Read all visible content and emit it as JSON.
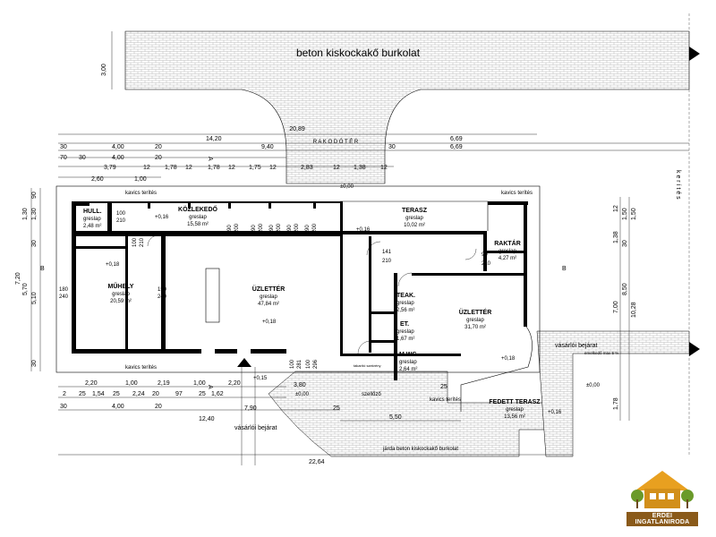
{
  "header_surface": "beton kiskockakő burkolat",
  "rakodoter": "R A K O D Ó T É R",
  "top_side": "3,00",
  "dims": {
    "overall_top": "20,89",
    "r1": [
      "14,20",
      "6,69"
    ],
    "r2": [
      "30",
      "4,00",
      "20",
      "9,40",
      "30",
      "6,69"
    ],
    "r3": [
      "70",
      "30",
      "4,00",
      "20"
    ],
    "r4": [
      "3,79",
      "12",
      "1,78",
      "12",
      "1,78",
      "12",
      "1,75",
      "12",
      "2,83",
      "12",
      "1,38",
      "12"
    ],
    "r5": [
      "2,60",
      "1,00"
    ],
    "bottom_r1": [
      "2,20",
      "1,00",
      "2,19",
      "1,00",
      "2,20"
    ],
    "bottom_r2": [
      "2",
      "25",
      "1,54",
      "25",
      "2,24",
      "20",
      "97",
      "25",
      "1,62"
    ],
    "bottom_r3": [
      "30",
      "4,00",
      "20",
      "12,40"
    ],
    "bottom_mid": [
      "3,80",
      "5,50",
      "7,90",
      "22,64"
    ],
    "bottom_extra": [
      "25",
      "25"
    ],
    "left": [
      "90",
      "1,30",
      "1,30",
      "30",
      "7,20",
      "5,70",
      "5,10",
      "30"
    ],
    "right": [
      "12",
      "1,50",
      "1,50",
      "1,38",
      "30",
      "7,00",
      "8,50",
      "10,28",
      "1,78"
    ]
  },
  "kavics": "kavics terítés",
  "levels": {
    "entry": "±0,00",
    "hull": "+0,16",
    "terasz": "+0,16",
    "muhely": "+0,18",
    "uzlet1": "+0,18",
    "uzlet2": "+0,18",
    "bottom_entry": "+0,15",
    "bottom_a": "±0,00",
    "bottom_b": "±0,00",
    "fedett": "+0,16"
  },
  "rooms": [
    {
      "name": "HULL.",
      "floor": "greslap",
      "area": "2,48 m²"
    },
    {
      "name": "KÖZLEKEDŐ",
      "floor": "greslap",
      "area": "15,58 m²"
    },
    {
      "name": "TERASZ",
      "floor": "greslap",
      "area": "10,02 m²"
    },
    {
      "name": "MŰHELY",
      "floor": "greslap",
      "area": "20,59 m²"
    },
    {
      "name": "ÜZLETTÉR",
      "floor": "greslap",
      "area": "47,84 m²"
    },
    {
      "name": "TEAK.",
      "floor": "greslap",
      "area": "2,56 m²"
    },
    {
      "name": "ET.",
      "floor": "greslap",
      "area": "1,67 m²"
    },
    {
      "name": "M.WC",
      "floor": "greslap",
      "area": "2,64 m²"
    },
    {
      "name": "ÜZLETTÉR",
      "floor": "greslap",
      "area": "31,70 m²"
    },
    {
      "name": "RAKTÁR",
      "floor": "greslap",
      "area": "4,27 m²"
    },
    {
      "name": "FEDETT TERASZ",
      "floor": "greslap",
      "area": "13,56 m²"
    }
  ],
  "doors": [
    "100",
    "210",
    "90",
    "200",
    "90",
    "200",
    "90",
    "200",
    "90",
    "200",
    "90",
    "200",
    "90",
    "210",
    "100",
    "210",
    "150",
    "240",
    "180",
    "240",
    "141",
    "210",
    "100",
    "281",
    "100",
    "296"
  ],
  "section_marks": [
    "B",
    "B",
    "A",
    "A"
  ],
  "small": {
    "szello": "szellőző",
    "takar": "takarító szekrény",
    "emelk": "emelkedő max 5 %"
  },
  "entrances": [
    "vásárlói bejárat",
    "vásárlói bejárat"
  ],
  "fence": "k e r í t é s",
  "jarda": "járda beton kiskockakő burkolat",
  "logo": "ERDEI INGATLANIRODA"
}
